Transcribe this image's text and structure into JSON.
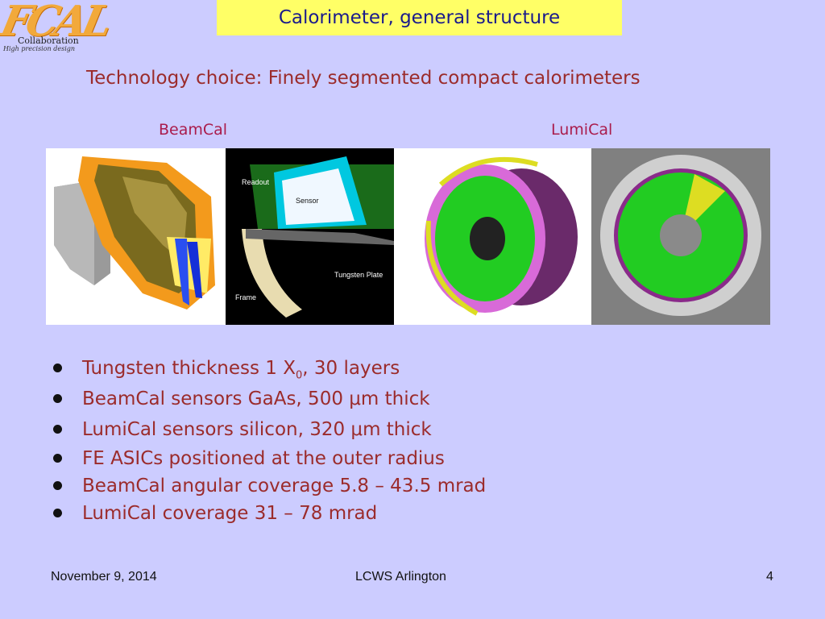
{
  "slide": {
    "title": "Calorimeter, general structure",
    "subtitle": "Technology choice: Finely segmented compact calorimeters",
    "labels": {
      "beamcal": "BeamCal",
      "lumical": "LumiCal"
    },
    "logo": {
      "letters": "FCAL",
      "collaboration": "Collaboration",
      "tagline": "High precision design"
    },
    "image_labels": {
      "readout": "Readout",
      "sensor": "Sensor",
      "tungsten": "Tungsten Plate",
      "frame": "Frame"
    },
    "bullets": [
      {
        "pre": "Tungsten thickness 1 X",
        "sub": "0",
        "post": ", 30 layers"
      },
      {
        "text": "BeamCal sensors GaAs, 500 μm thick"
      },
      {
        "text": "LumiCal sensors silicon, 320 μm thick"
      },
      {
        "text": "FE ASICs positioned at the outer radius"
      },
      {
        "text": "BeamCal angular coverage 5.8 – 43.5 mrad"
      },
      {
        "text": "LumiCal coverage 31 – 78 mrad"
      }
    ]
  },
  "footer": {
    "date": "November 9, 2014",
    "conference": "LCWS Arlington",
    "page": "4"
  },
  "colors": {
    "background": "#ccccff",
    "title_bg": "#ffff66",
    "text": "#9b2b2b",
    "label": "#aa1c4c"
  }
}
